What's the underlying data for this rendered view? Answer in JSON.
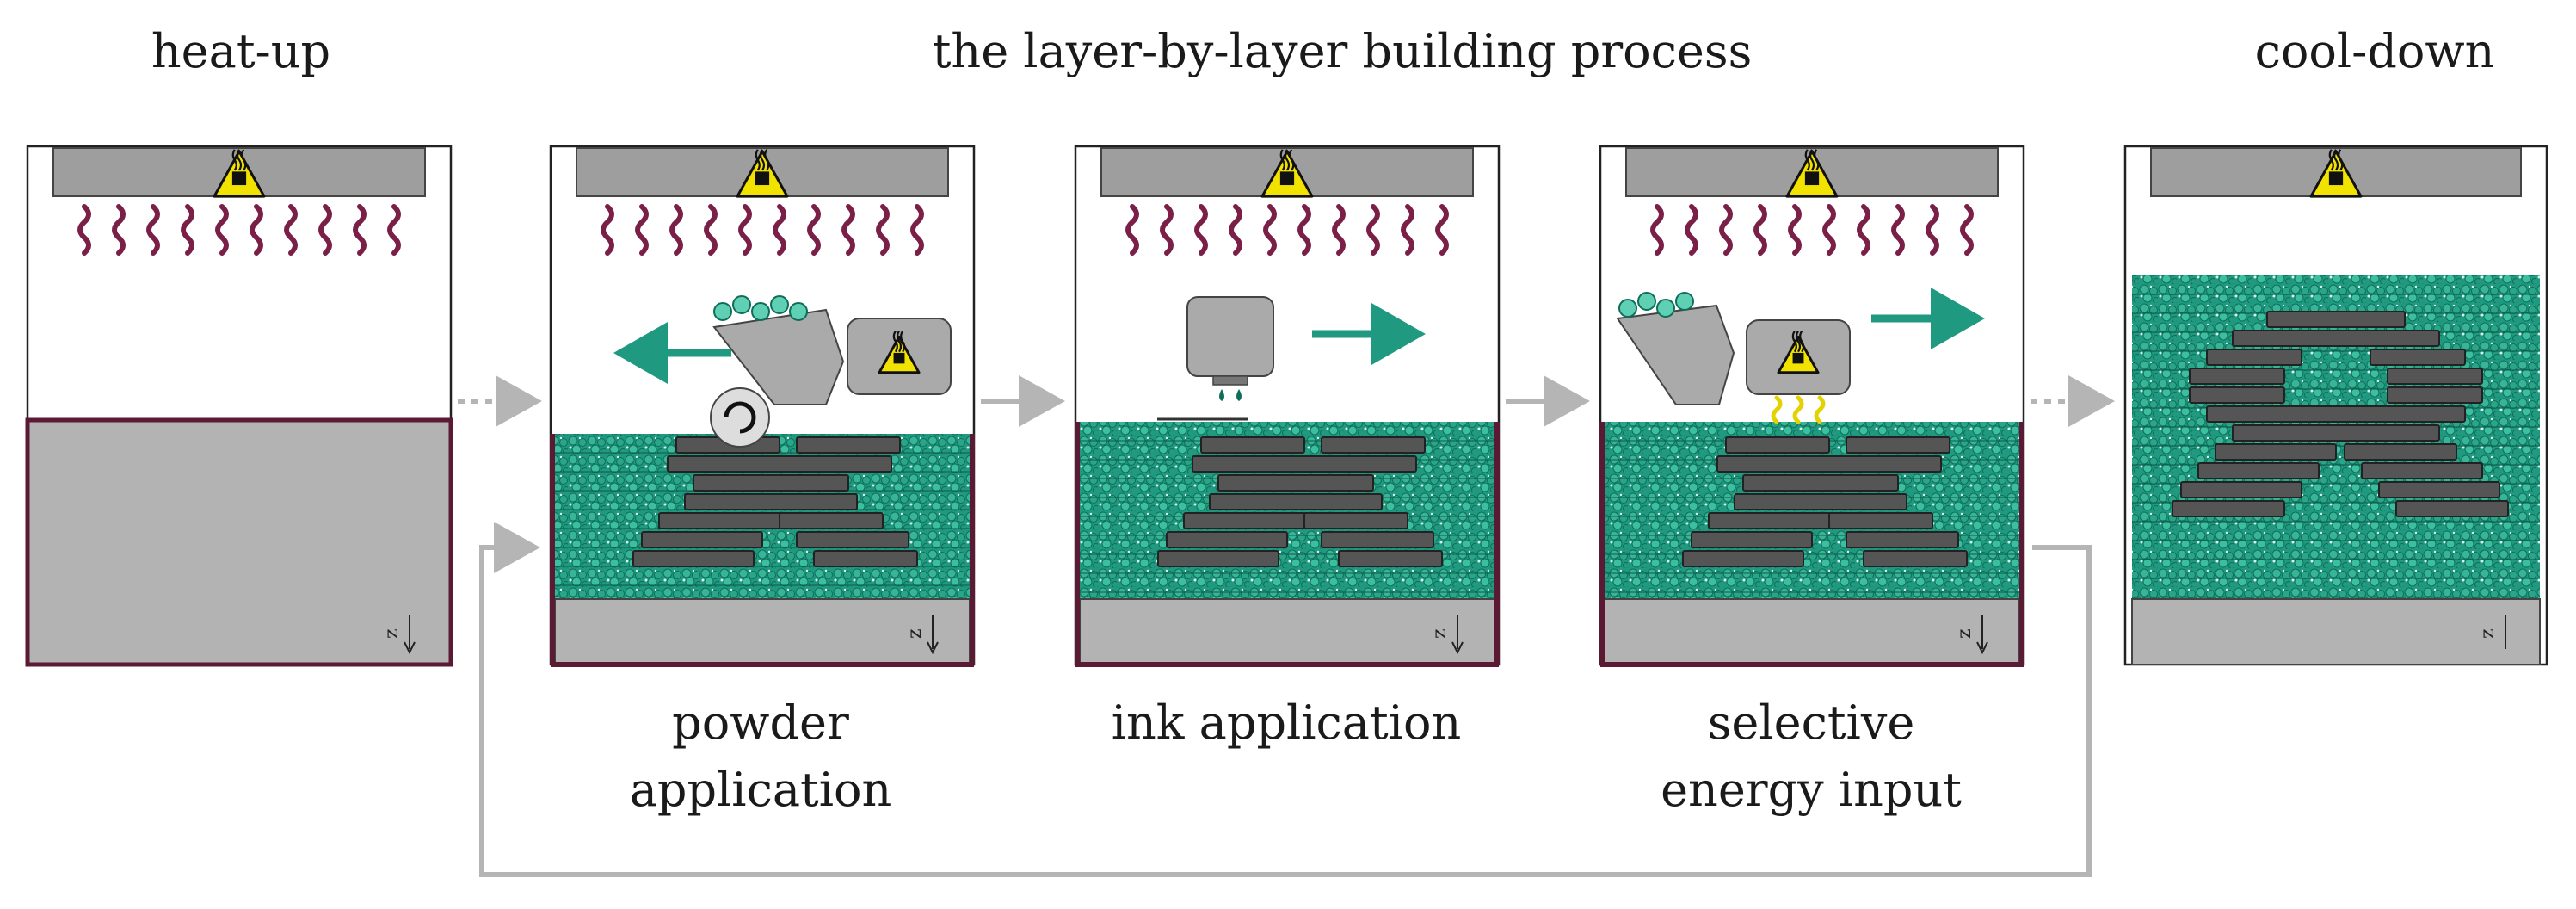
{
  "titles": {
    "heatup": "heat-up",
    "process": "the layer-by-layer building process",
    "cooldown": "cool-down"
  },
  "steps": {
    "powder": [
      "powder",
      "application"
    ],
    "ink": [
      "ink application"
    ],
    "energy": [
      "selective",
      "energy input"
    ]
  },
  "axis_label": "z",
  "colors": {
    "powder": "#1f9a80",
    "powder_light": "#5fd0b4",
    "part": "#555555",
    "platform": "#b3b3b3",
    "heater": "#9e9e9e",
    "heat_wave": "#7a1f47",
    "wall": "#5a1a33",
    "arrow_gray": "#b5b5b5",
    "move_arrow": "#1f9a80",
    "hazard": "#f2e200"
  },
  "icons": [
    "hazard-heat-icon",
    "heat-wave-icon",
    "recoater-icon",
    "printhead-icon",
    "heat-lamp-icon",
    "z-axis-arrow-icon"
  ]
}
